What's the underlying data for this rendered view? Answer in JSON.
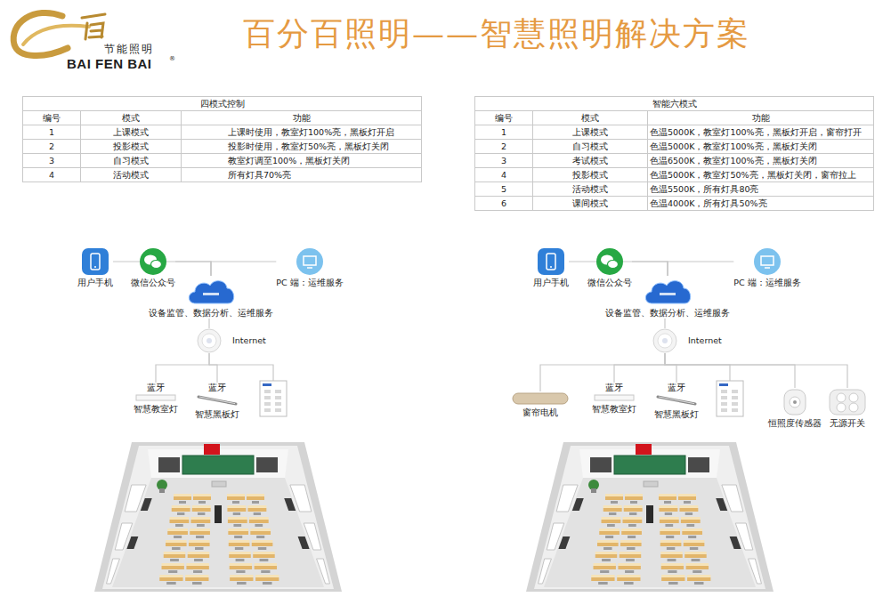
{
  "diagram": {
    "title": "百分百照明——智慧照明解决方案",
    "nodes": [
      {
        "text": [
          "用户手机"
        ]
      },
      {
        "text": [
          "微信公众号"
        ]
      },
      {
        "text": [
          "设备监管、数据分析、运维服务"
        ]
      },
      {
        "text": [
          "PC 端：运维服务"
        ]
      },
      {
        "text": [
          "Internet"
        ]
      },
      {
        "text": [
          "蓝牙",
          "智慧教室灯"
        ]
      },
      {
        "text": [
          "蓝牙",
          "智慧黑板灯"
        ]
      },
      {
        "text": [
          "用户手机"
        ]
      },
      {
        "text": [
          "微信公众号"
        ]
      },
      {
        "text": [
          "设备监管、数据分析、运维服务"
        ]
      },
      {
        "text": [
          "PC 端：运维服务"
        ]
      },
      {
        "text": [
          "Internet"
        ]
      },
      {
        "text": [
          "窗帘电机"
        ]
      },
      {
        "text": [
          "蓝牙",
          "智慧教室灯"
        ]
      },
      {
        "text": [
          "蓝牙",
          "智慧黑板灯"
        ]
      },
      {
        "text": [
          "恒照度传感器"
        ]
      },
      {
        "text": [
          "无源开关"
        ]
      }
    ],
    "edges": [
      {
        "from": 0,
        "to": 2,
        "arrow": "none"
      },
      {
        "from": 1,
        "to": 2,
        "arrow": "none"
      },
      {
        "from": 3,
        "to": 2,
        "arrow": "none"
      },
      {
        "from": 2,
        "to": 4,
        "arrow": "none"
      },
      {
        "from": 4,
        "to": 5,
        "arrow": "none"
      },
      {
        "from": 4,
        "to": 6,
        "arrow": "none"
      },
      {
        "from": 7,
        "to": 9,
        "arrow": "none"
      },
      {
        "from": 8,
        "to": 9,
        "arrow": "none"
      },
      {
        "from": 10,
        "to": 9,
        "arrow": "none"
      },
      {
        "from": 9,
        "to": 11,
        "arrow": "none"
      },
      {
        "from": 11,
        "to": 12,
        "arrow": "none"
      },
      {
        "from": 11,
        "to": 13,
        "arrow": "none"
      },
      {
        "from": 11,
        "to": 14,
        "arrow": "none"
      },
      {
        "from": 11,
        "to": 15,
        "arrow": "none"
      },
      {
        "from": 11,
        "to": 16,
        "arrow": "none"
      }
    ],
    "labels": [
      "节能照明",
      "BAI FEN BAI",
      "®",
      "四模式控制",
      "编号",
      "模式",
      "功能",
      "1",
      "上课模式",
      "上课时使用，教室灯100%亮，黑板灯开启",
      "2",
      "投影模式",
      "投影时使用，教室灯50%亮，黑板灯关闭",
      "3",
      "自习模式",
      "教室灯调至100%，黑板灯关闭",
      "4",
      "活动模式",
      "所有灯具70%亮",
      "智能六模式",
      "编号",
      "模式",
      "功能",
      "1",
      "上课模式",
      "色温5000K，教室灯100%亮，黑板灯开启，窗帘打开",
      "2",
      "自习模式",
      "色温5000K，教室灯100%亮，黑板灯关闭",
      "3",
      "考试模式",
      "色温6500K，教室灯100%亮，黑板灯关闭",
      "4",
      "投影模式",
      "色温5000K，教室灯50%亮，黑板灯关闭，窗帘拉上",
      "5",
      "活动模式",
      "色温5500K，所有灯具80亮",
      "6",
      "课间模式",
      "色温4000K，所有灯具50%亮"
    ]
  }
}
